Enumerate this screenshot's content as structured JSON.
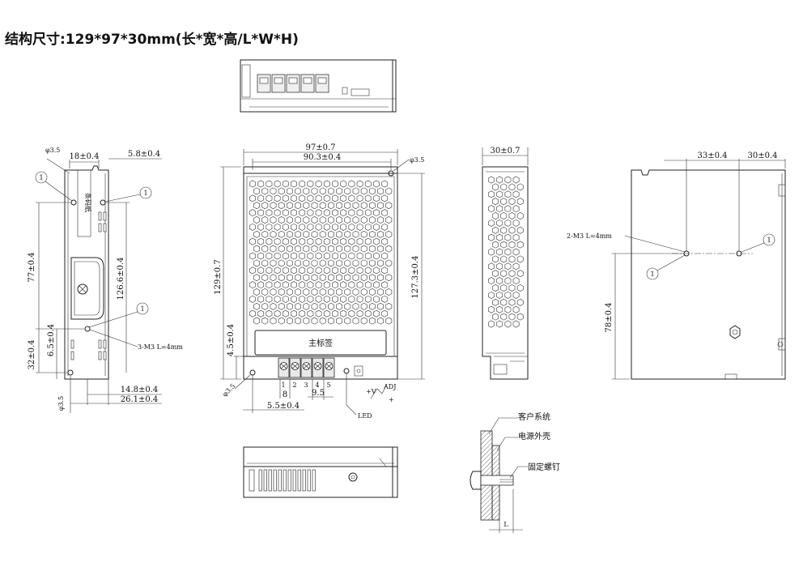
{
  "title": "结构尺寸:129*97*30mm(长*宽*高/L*W*H)",
  "left_view": {
    "d_hole": "φ3.5",
    "w18": "18±0.4",
    "w5_8": "5.8±0.4",
    "h77": "77±0.4",
    "h126_6": "126.6±0.4",
    "h32": "32±0.4",
    "h6_5": "6.5±0.4",
    "screw_note": "3-M3 L=4mm",
    "w14_8": "14.8±0.4",
    "w26_1": "26.1±0.4",
    "d_hole_bottom": "φ3.5",
    "label_text": "条码纸",
    "callout": "1"
  },
  "front_view": {
    "w97": "97±0.7",
    "w90_3": "90.3±0.4",
    "d_hole": "φ3.5",
    "h129": "129±0.7",
    "h127_3": "127.3±0.4",
    "h4_5": "4.5±0.4",
    "main_label": "主标签",
    "d_hole_bottom": "φ3.5",
    "w8": "8",
    "w9_5": "9.5",
    "w5_5": "5.5±0.4",
    "led": "LED",
    "plus_v": "+V",
    "adj": "ADJ",
    "plus": "+",
    "pins": [
      "1",
      "2",
      "3",
      "4",
      "5"
    ]
  },
  "side_view": {
    "w30": "30±0.7"
  },
  "right_view": {
    "w33": "33±0.4",
    "w30": "30±0.4",
    "screw_note": "2-M3 L=4mm",
    "h78": "78±0.4",
    "callout": "1"
  },
  "mount_detail": {
    "customer_system": "客户系统",
    "psu_case": "电源外壳",
    "fixing_screw": "固定螺钉",
    "l": "L"
  }
}
